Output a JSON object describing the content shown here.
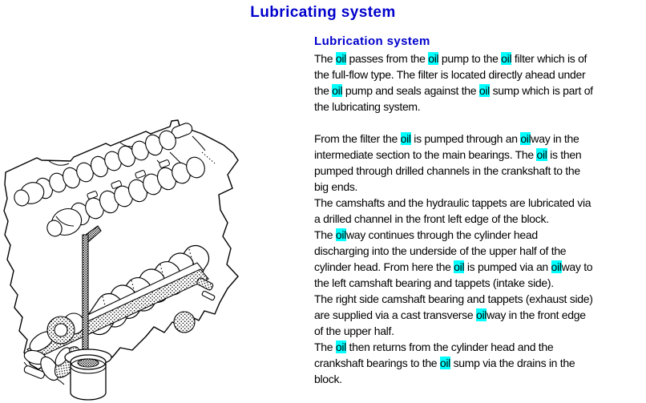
{
  "page": {
    "title": "Lubricating system",
    "colors": {
      "accent": "#0000cc",
      "highlight": "#00ffff",
      "text": "#000000",
      "background": "#ffffff"
    }
  },
  "article": {
    "heading": "Lubrication system",
    "lines": [
      [
        {
          "t": "The "
        },
        {
          "t": "oil",
          "h": 1
        },
        {
          "t": " passes from the "
        },
        {
          "t": "oil",
          "h": 1
        },
        {
          "t": " pump to the "
        },
        {
          "t": "oil",
          "h": 1
        },
        {
          "t": " filter which is of"
        }
      ],
      [
        {
          "t": "the full-flow type. The filter is located directly ahead under"
        }
      ],
      [
        {
          "t": "the "
        },
        {
          "t": "oil",
          "h": 1
        },
        {
          "t": " pump and seals against the "
        },
        {
          "t": "oil",
          "h": 1
        },
        {
          "t": " sump which is part of"
        }
      ],
      [
        {
          "t": "the lubricating system."
        }
      ],
      [],
      [
        {
          "t": "From the filter the "
        },
        {
          "t": "oil",
          "h": 1
        },
        {
          "t": " is pumped through an "
        },
        {
          "t": "oil",
          "h": 1
        },
        {
          "t": "way in the"
        }
      ],
      [
        {
          "t": "intermediate section to the main bearings. The "
        },
        {
          "t": "oil",
          "h": 1
        },
        {
          "t": " is then"
        }
      ],
      [
        {
          "t": "pumped through drilled channels in the crankshaft to the"
        }
      ],
      [
        {
          "t": "big ends."
        }
      ],
      [
        {
          "t": "The camshafts and the hydraulic tappets are lubricated via"
        }
      ],
      [
        {
          "t": "a drilled channel in the front left edge of the block."
        }
      ],
      [
        {
          "t": "The "
        },
        {
          "t": "oil",
          "h": 1
        },
        {
          "t": "way continues through the cylinder head"
        }
      ],
      [
        {
          "t": "discharging into the underside of the upper half of the"
        }
      ],
      [
        {
          "t": "cylinder head. From here the "
        },
        {
          "t": "oil",
          "h": 1
        },
        {
          "t": " is pumped via an "
        },
        {
          "t": "oil",
          "h": 1
        },
        {
          "t": "way to"
        }
      ],
      [
        {
          "t": "the left camshaft bearing and tappets (intake side)."
        }
      ],
      [
        {
          "t": "The right side camshaft bearing and tappets (exhaust side)"
        }
      ],
      [
        {
          "t": "are supplied via a cast transverse "
        },
        {
          "t": "oil",
          "h": 1
        },
        {
          "t": "way in the front edge"
        }
      ],
      [
        {
          "t": "of the upper half."
        }
      ],
      [
        {
          "t": "The "
        },
        {
          "t": "oil",
          "h": 1
        },
        {
          "t": " then returns from the cylinder head and the"
        }
      ],
      [
        {
          "t": "crankshaft bearings to the "
        },
        {
          "t": "oil",
          "h": 1
        },
        {
          "t": " sump via the drains in the"
        }
      ],
      [
        {
          "t": "block."
        }
      ]
    ]
  },
  "figure": {
    "label": "engine-lubrication-cutaway"
  }
}
